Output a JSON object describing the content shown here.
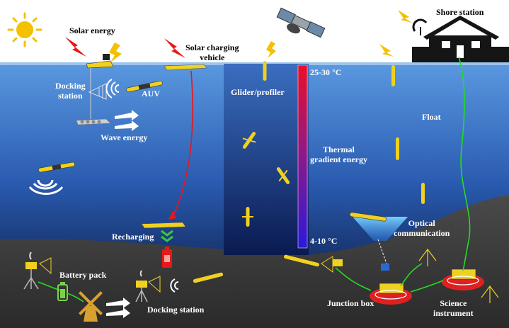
{
  "labels": {
    "solar_energy": "Solar energy",
    "solar_charging_vehicle": "Solar charging\nvehicle",
    "shore_station": "Shore station",
    "docking_station_top": "Docking\nstation",
    "auv": "AUV",
    "wave_energy": "Wave energy",
    "glider_profiler": "Glider/profiler",
    "temp_high": "25-30 °C",
    "temp_low": "4-10 °C",
    "float": "Float",
    "thermal_gradient_energy": "Thermal\ngradient energy",
    "recharging": "Recharging",
    "optical_communication": "Optical\ncommunication",
    "battery_pack": "Battery pack",
    "docking_station_bottom": "Docking station",
    "junction_box": "Junction box",
    "science_instrument": "Science\ninstrument"
  },
  "colors": {
    "sky": "#ffffff",
    "ocean_top": "#4f8fd8",
    "ocean_bottom": "#0a1530",
    "seabed": "#3a3a3a",
    "thermal_panel": "#0a2a6a",
    "gradient_warm": "#e8102a",
    "gradient_cold": "#2a1ad8",
    "cable": "#22dd22",
    "charging_path": "#e81818",
    "vehicle_yellow": "#f0d020",
    "sun": "#f5c000",
    "lightning": "#e81818"
  },
  "icons": [
    "sun-icon",
    "satellite-icon",
    "house-icon",
    "lightning-icon",
    "wave-signal-icon",
    "battery-icon",
    "windmill-icon",
    "chevron-down-icon",
    "wind-arrow-icon"
  ]
}
